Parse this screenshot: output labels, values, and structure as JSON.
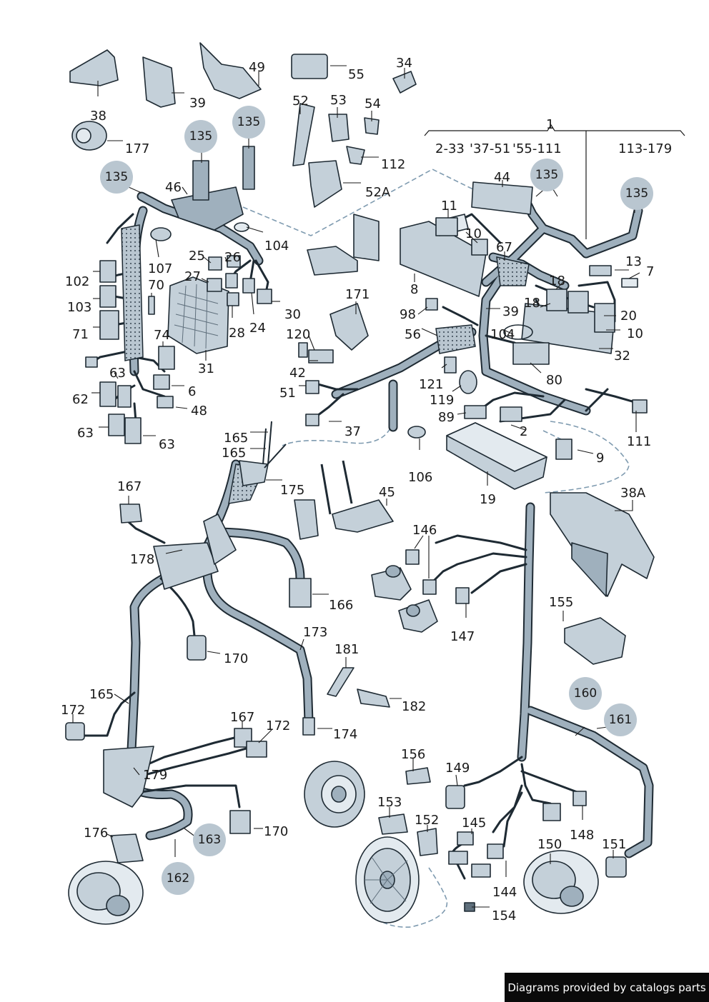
{
  "group_headers": {
    "range_a": "2-33",
    "range_b": "'37-51",
    "range_c": "'55-111",
    "range_d": "113-179",
    "group": "1"
  },
  "circled_refs": {
    "c135a": "135",
    "c135b": "135",
    "c135c": "135",
    "c135d": "135",
    "c135e": "135",
    "c160": "160",
    "c161": "161",
    "c162": "162",
    "c163": "163"
  },
  "labels": {
    "l49": "49",
    "l55": "55",
    "l34": "34",
    "l39a": "39",
    "l52": "52",
    "l53": "53",
    "l54": "54",
    "l38": "38",
    "l177": "177",
    "l112": "112",
    "l52A": "52A",
    "l46": "46",
    "l44": "44",
    "l104a": "104",
    "l11": "11",
    "l10a": "10",
    "l67": "67",
    "l13": "13",
    "l7": "7",
    "l25": "25",
    "l26": "26",
    "l27": "27",
    "l102": "102",
    "l107": "107",
    "l70": "70",
    "l103": "103",
    "l71": "71",
    "l30": "30",
    "l24": "24",
    "l28": "28",
    "l74": "74",
    "l31": "31",
    "l171": "171",
    "l8": "8",
    "l18a": "18",
    "l18b": "18",
    "l20": "20",
    "l10b": "10",
    "l39b": "39",
    "l98": "98",
    "l120": "120",
    "l56": "56",
    "l104b": "104",
    "l32": "32",
    "l42": "42",
    "l80": "80",
    "l51": "51",
    "l121": "121",
    "l119": "119",
    "l89": "89",
    "l63a": "63",
    "l6": "6",
    "l62": "62",
    "l48": "48",
    "l63b": "63",
    "l63c": "63",
    "l37": "37",
    "l2": "2",
    "l111": "111",
    "l165a": "165",
    "l165b": "165",
    "l106": "106",
    "l9": "9",
    "l175": "175",
    "l45": "45",
    "l19": "19",
    "l38A": "38A",
    "l167a": "167",
    "l146": "146",
    "l178": "178",
    "l166": "166",
    "l147": "147",
    "l155": "155",
    "l173": "173",
    "l170a": "170",
    "l181": "181",
    "l165c": "165",
    "l172a": "172",
    "l182": "182",
    "l174": "174",
    "l167b": "167",
    "l172b": "172",
    "l156": "156",
    "l179": "179",
    "l149": "149",
    "l153": "153",
    "l148": "148",
    "l170b": "170",
    "l152": "152",
    "l145": "145",
    "l176": "176",
    "l150": "150",
    "l151": "151",
    "l144": "144",
    "l154": "154"
  },
  "credit": "Diagrams provided by catalogs parts",
  "colors": {
    "harness": "#9fb0bd",
    "harness_dark": "#5f6f7c",
    "outline": "#1e2a33",
    "part_fill": "#c4d0d9",
    "part_light": "#e3eaef",
    "leader": "#1a1a1a",
    "dashed": "#7f9bb0",
    "circle_fill": "#b9c6d0"
  }
}
